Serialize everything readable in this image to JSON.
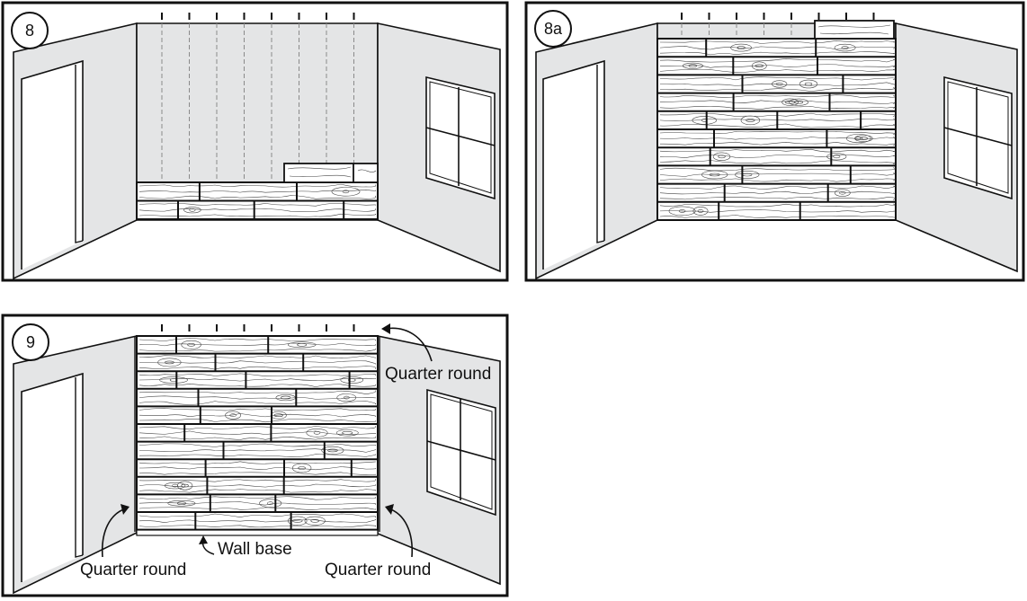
{
  "panels": [
    {
      "id": "p8",
      "badge": "8",
      "stage": "partial"
    },
    {
      "id": "p8a",
      "badge": "8a",
      "stage": "nearly-full"
    },
    {
      "id": "p9",
      "badge": "9",
      "stage": "complete"
    }
  ],
  "labels": {
    "quarter_round_top": "Quarter round",
    "quarter_round_left": "Quarter round",
    "quarter_round_right": "Quarter round",
    "wall_base": "Wall base"
  },
  "colors": {
    "wall": "#e4e5e6",
    "line": "#111111",
    "plank": "#ffffff",
    "stud": "#8a8a8a",
    "grain": "#444444"
  },
  "icons": {
    "arrow": "curved-arrow-icon",
    "window": "window-icon",
    "door": "door-icon"
  }
}
